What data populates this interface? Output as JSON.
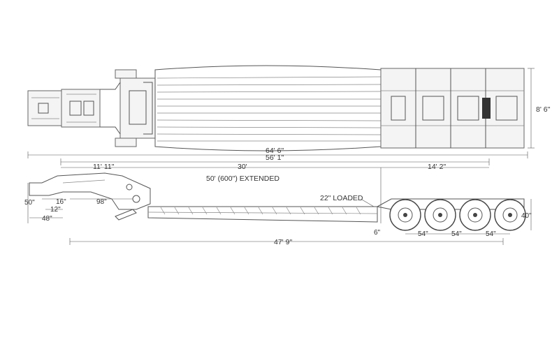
{
  "dimensions": {
    "overall_length": "64' 6\"",
    "gooseneck_length": "11' 11\"",
    "deck_to_axles": "56' 1\"",
    "well_length": "30'",
    "rear_length": "14' 2\"",
    "extended_note": "50' (600\") EXTENDED",
    "loaded_height": "22\" LOADED",
    "width": "8' 6\"",
    "gooseneck_height": "50\"",
    "kingpin_offset_16": "16\"",
    "kingpin_offset_98": "98\"",
    "swing_12": "12\"",
    "swing_48": "48\"",
    "well_bottom_length": "47' 9\"",
    "deck_step": "6\"",
    "axle_spacing_1": "54\"",
    "axle_spacing_2": "54\"",
    "axle_spacing_3": "54\"",
    "rear_height": "40\""
  }
}
